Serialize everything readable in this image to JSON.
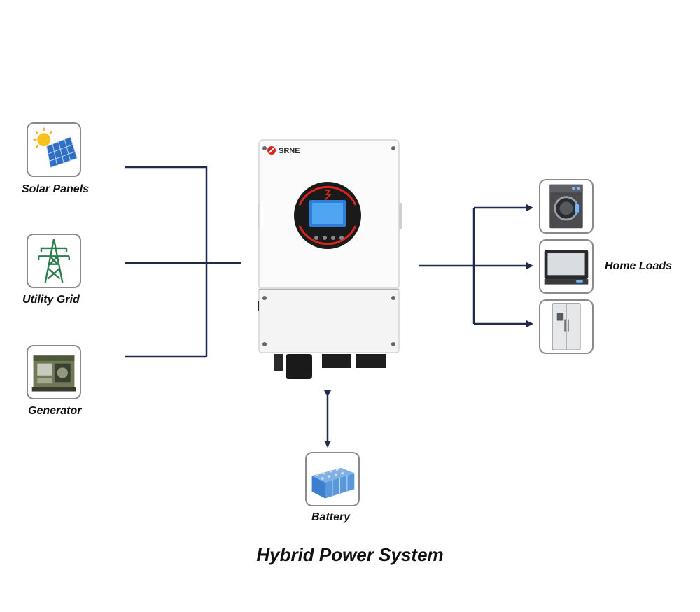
{
  "title": "Hybrid Power System",
  "colors": {
    "wire": "#1f2a4d",
    "tile_border": "#8a8a8a",
    "brand_red": "#d8261c"
  },
  "inputs": [
    {
      "label": "Solar Panels",
      "icon": "solar-panel-icon"
    },
    {
      "label": "Utility Grid",
      "icon": "power-tower-icon"
    },
    {
      "label": "Generator",
      "icon": "generator-icon"
    }
  ],
  "inverter": {
    "brand": "SRNE",
    "icon": "hybrid-inverter-icon"
  },
  "battery": {
    "label": "Battery",
    "icon": "battery-bank-icon"
  },
  "loads": {
    "label": "Home Loads",
    "items": [
      {
        "icon": "washing-machine-icon"
      },
      {
        "icon": "television-icon"
      },
      {
        "icon": "refrigerator-icon"
      }
    ]
  }
}
